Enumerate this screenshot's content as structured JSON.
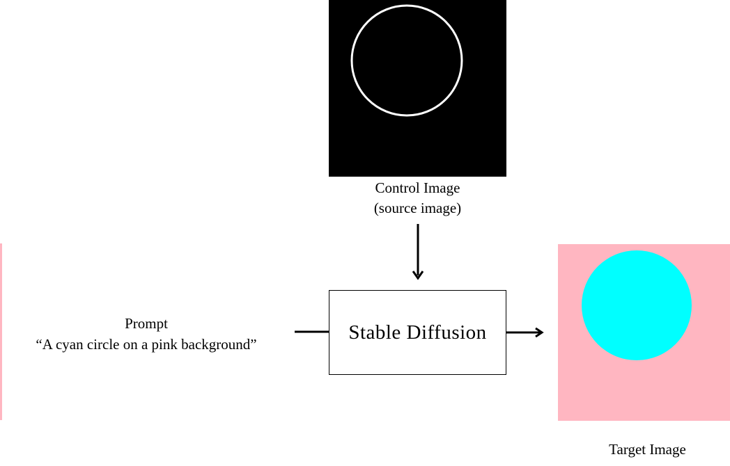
{
  "control_image": {
    "label_line1": "Control Image",
    "label_line2": "(source image)",
    "background_color": "#000000",
    "circle_stroke_color": "#ffffff"
  },
  "model": {
    "label": "Stable Diffusion"
  },
  "prompt": {
    "heading": "Prompt",
    "text": "“A cyan circle on a pink background”"
  },
  "target_image": {
    "label": "Target Image",
    "background_color": "#ffb6c1",
    "circle_fill_color": "#00ffff"
  }
}
